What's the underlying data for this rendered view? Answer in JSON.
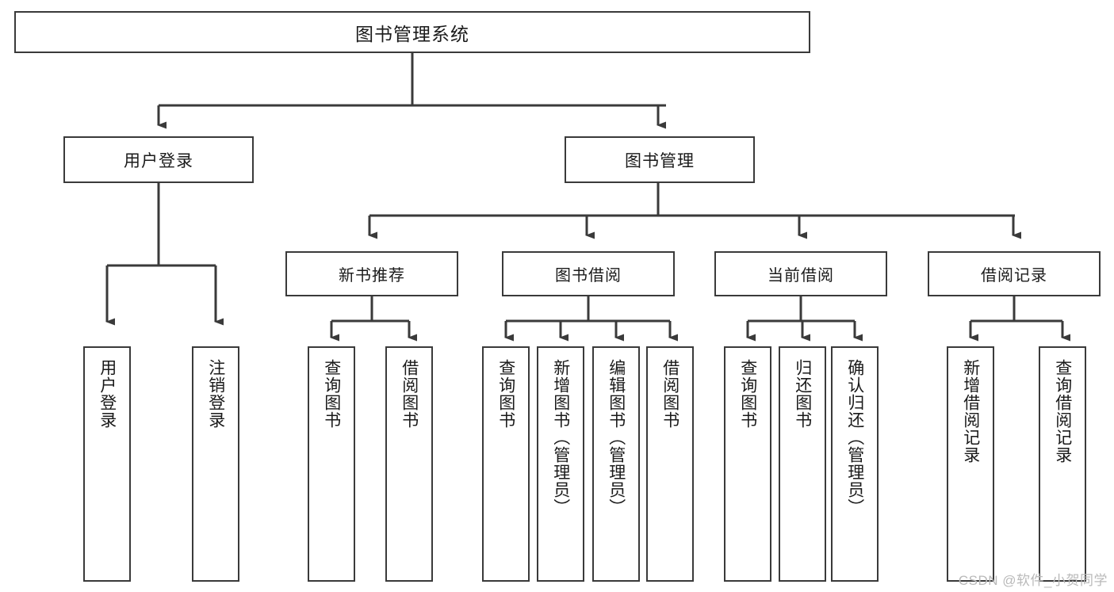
{
  "diagram": {
    "title": "图书管理系统",
    "type": "tree-hierarchy",
    "root": {
      "label": "图书管理系统"
    },
    "level2": [
      {
        "label": "用户登录"
      },
      {
        "label": "图书管理"
      }
    ],
    "level3": [
      {
        "label": "新书推荐"
      },
      {
        "label": "图书借阅"
      },
      {
        "label": "当前借阅"
      },
      {
        "label": "借阅记录"
      }
    ],
    "leaves": {
      "user_login": [
        {
          "label": "用户登录"
        },
        {
          "label": "注销登录"
        }
      ],
      "new_book_recommend": [
        {
          "label": "查询图书"
        },
        {
          "label": "借阅图书"
        }
      ],
      "book_borrow": [
        {
          "label": "查询图书"
        },
        {
          "label": "新增图书（管理员）"
        },
        {
          "label": "编辑图书（管理员）"
        },
        {
          "label": "借阅图书"
        }
      ],
      "current_borrow": [
        {
          "label": "查询图书"
        },
        {
          "label": "归还图书"
        },
        {
          "label": "确认归还（管理员）"
        }
      ],
      "borrow_record": [
        {
          "label": "新增借阅记录"
        },
        {
          "label": "查询借阅记录"
        }
      ]
    }
  },
  "watermark": {
    "text": "CSDN @软件_小贺同学"
  },
  "colors": {
    "stroke": "#3a3a3a",
    "box_fill": "#ffffff",
    "text": "#1a1a1a",
    "watermark": "#b9b9b9"
  }
}
